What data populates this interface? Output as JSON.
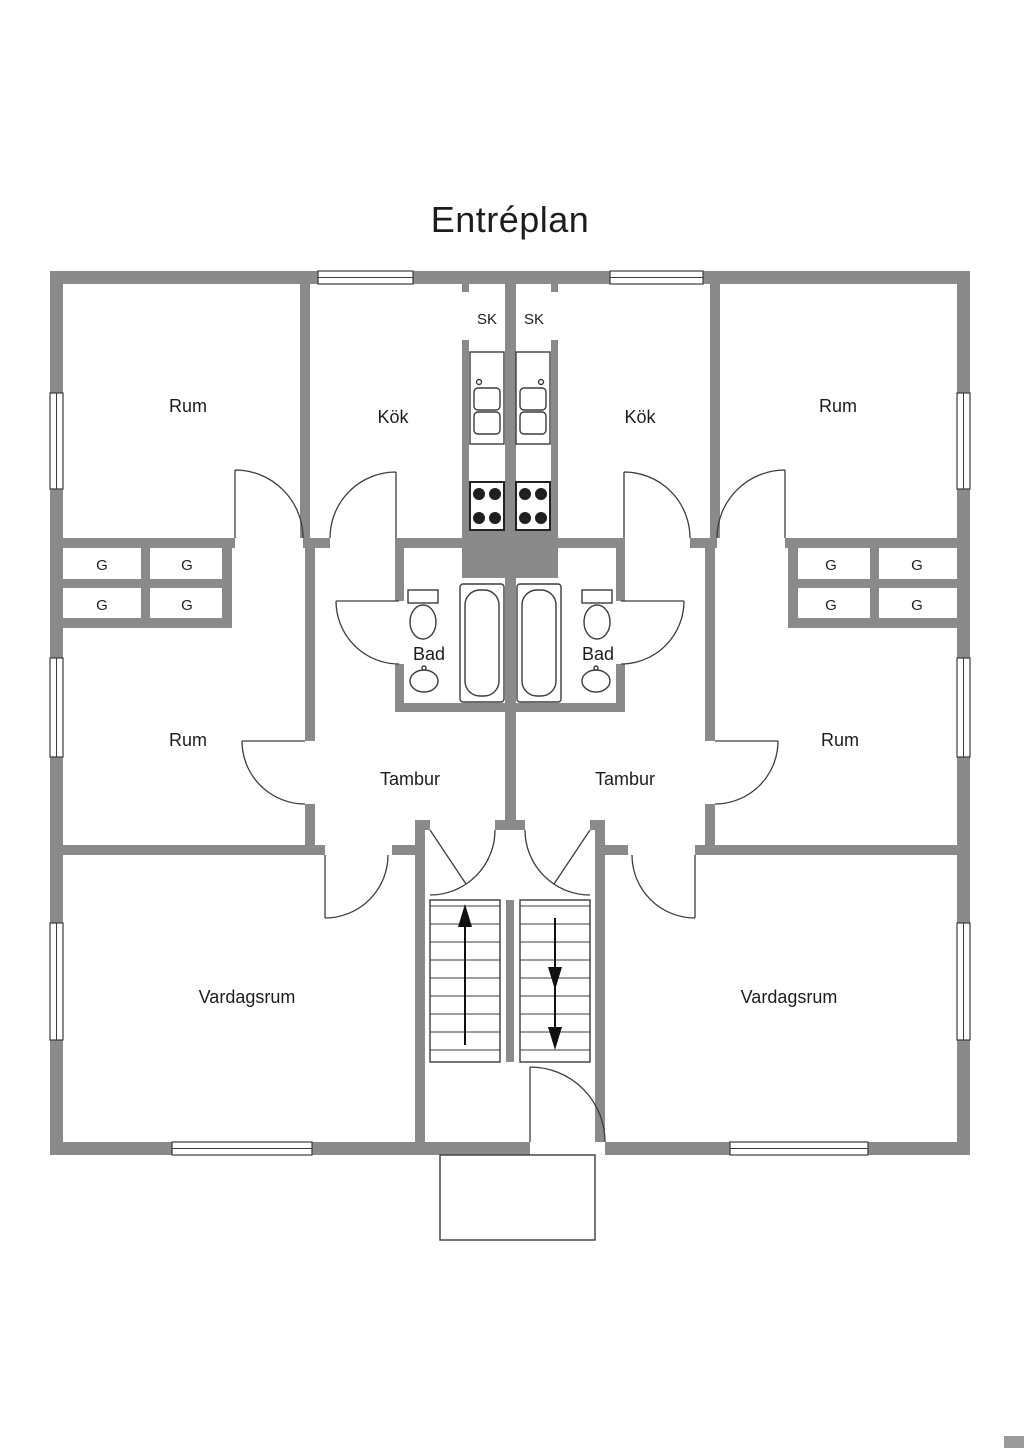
{
  "floorplan": {
    "title": "Entréplan",
    "room_labels": {
      "rum": "Rum",
      "kok": "Kök",
      "sk": "SK",
      "g": "G",
      "bad": "Bad",
      "tambur": "Tambur",
      "vardagsrum": "Vardagsrum"
    },
    "colors": {
      "wall": "#8a8a8a",
      "line": "#3c3c3c",
      "text": "#1d1d1d",
      "background": "#ffffff"
    }
  }
}
